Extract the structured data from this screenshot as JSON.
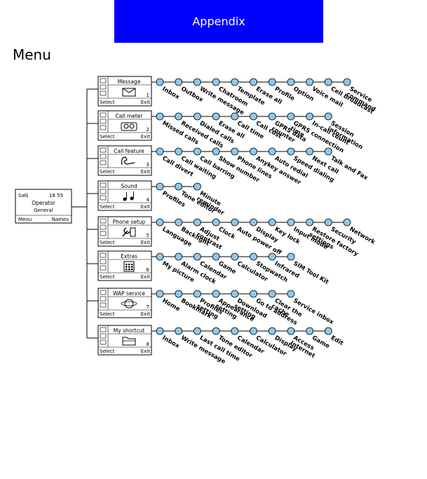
{
  "header": {
    "title": "Appendix"
  },
  "heading": "Menu",
  "idle": {
    "status": "Sałš",
    "time": "18 55",
    "line1": "Operator",
    "line2": "General",
    "left": "Menu",
    "right": "Names"
  },
  "menus": [
    {
      "title": "Message",
      "num": "1",
      "left": "Select",
      "right": "Exit",
      "items": [
        "Inbox",
        "Outbox",
        "Write message",
        "Chatroom",
        "Template",
        "Erase all",
        "Profile",
        "Option",
        "Voice mail",
        "Cell broadcast",
        "Service command"
      ]
    },
    {
      "title": "Call meter",
      "num": "2",
      "left": "Select",
      "right": "Exit",
      "items": [
        "Missed calls",
        "Received calls",
        "Dialed calls",
        "Erase all",
        "Call time",
        "Call cost",
        "GPRS data counter",
        "GPRS connection time",
        "In-call count",
        "Session information"
      ]
    },
    {
      "title": "Call feature",
      "num": "3",
      "left": "Select",
      "right": "Exit",
      "items": [
        "Call divert",
        "Call waiting",
        "Call barring",
        "Show number",
        "Phone lines",
        "Anykey answer",
        "Auto redial",
        "Speed dialing",
        "Next call",
        "Talk and Fax"
      ]
    },
    {
      "title": "Sound",
      "num": "4",
      "left": "Select",
      "right": "Exit",
      "items": [
        "Profiles",
        "Tone editor",
        "Minute reminder"
      ]
    },
    {
      "title": "Phone setup",
      "num": "5",
      "left": "Select",
      "right": "Exit",
      "items": [
        "Language",
        "Backlight",
        "Adjust contrast",
        "Clock",
        "Auto power off",
        "Display",
        "Key lock",
        "Input mode",
        "Restore factory settings",
        "Security",
        "Network"
      ]
    },
    {
      "title": "Extras",
      "num": "6",
      "left": "Select",
      "right": "Exit",
      "items": [
        "My picture",
        "Alarm clock",
        "Calendar",
        "Game",
        "Calculator",
        "Stopwatch",
        "Infrared",
        "SIM Tool Kit"
      ]
    },
    {
      "title": "WAP service",
      "num": "7",
      "left": "Select",
      "right": "Exit",
      "items": [
        "Home",
        "Bookmark",
        "Profiles setting",
        "Appearance setting",
        "Download setting",
        "Go to address",
        "Clear the cache",
        "Service inbox"
      ]
    },
    {
      "title": "My shortcut",
      "num": "8",
      "left": "Select",
      "right": "Exit",
      "items": [
        "Inbox",
        "Write message",
        "Last call time",
        "Tone editor",
        "Calendar",
        "Calculator",
        "Display",
        "Access Internet",
        "Game",
        "Edit"
      ]
    }
  ],
  "colors": {
    "header_bg": "#0000ff",
    "node_fill": "#8fc8ee",
    "line": "#000000"
  },
  "icons": [
    "envelope-icon",
    "coins-icon",
    "phone-icon",
    "music-note-icon",
    "wrench-icon",
    "calculator-icon",
    "globe-icon",
    "folder-icon"
  ]
}
